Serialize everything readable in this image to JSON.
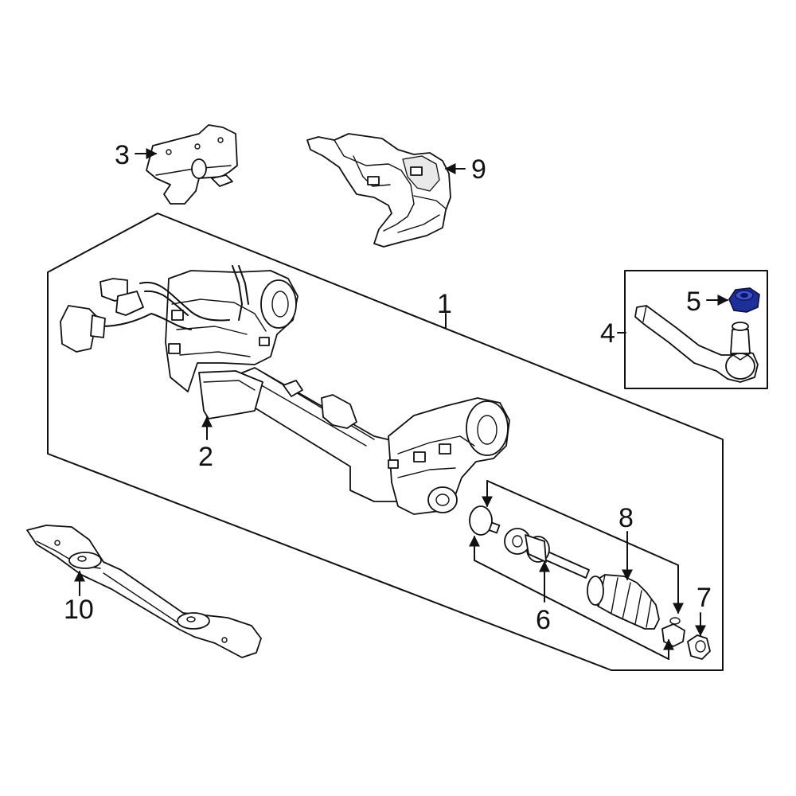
{
  "callouts": {
    "c1": "1",
    "c2": "2",
    "c3": "3",
    "c4": "4",
    "c5": "5",
    "c6": "6",
    "c7": "7",
    "c8": "8",
    "c9": "9",
    "c10": "10"
  },
  "colors": {
    "line": "#111111",
    "highlight": "#1f2f9a"
  },
  "icons": {
    "arrowhead": "arrowhead-icon"
  }
}
